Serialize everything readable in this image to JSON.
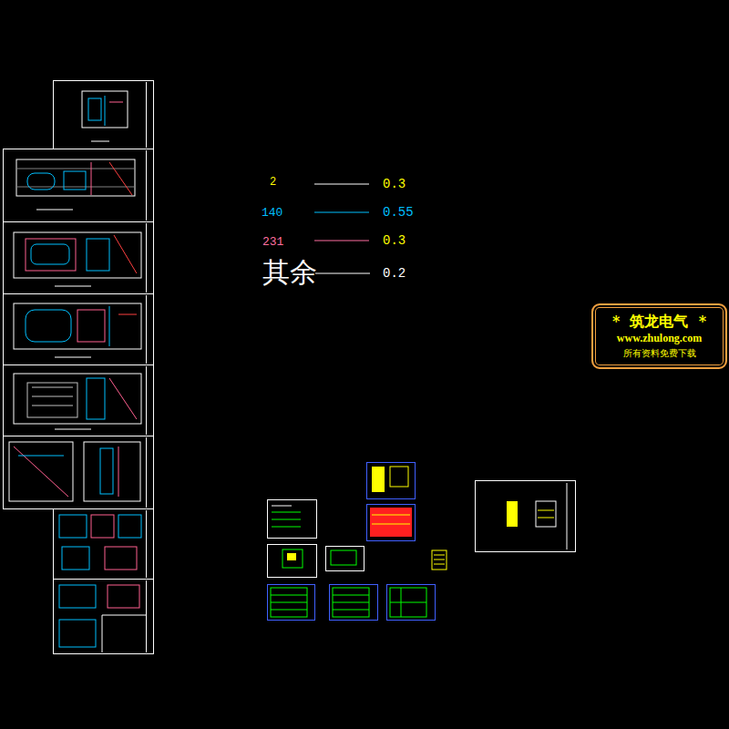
{
  "diagram": {
    "nodes": [
      {
        "text": [
          "*  筑龙电气  *",
          "www.zhulong.com",
          "所有资料免费下载"
        ]
      }
    ],
    "labels": [
      "2",
      "0.3",
      "140",
      "0.55",
      "231",
      "0.3",
      "其余",
      "0.2"
    ]
  }
}
